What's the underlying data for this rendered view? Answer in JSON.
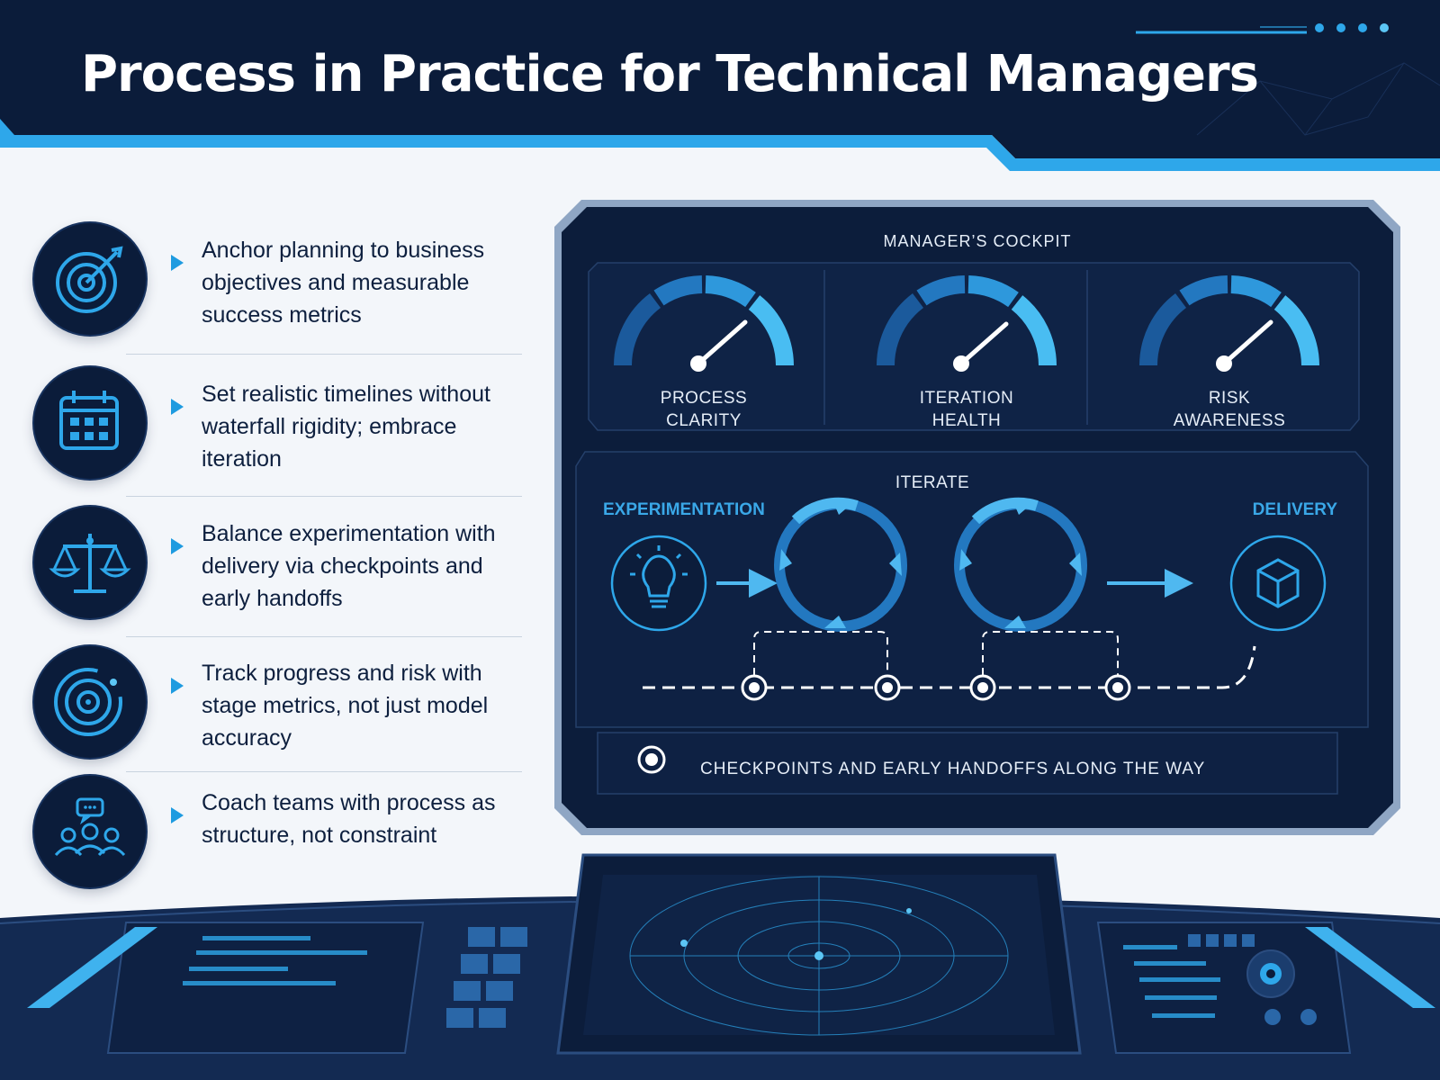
{
  "header": {
    "title": "Process in Practice for Technical Managers"
  },
  "practices": [
    {
      "icon": "target-icon",
      "text": "Anchor planning to business objectives and measurable success metrics"
    },
    {
      "icon": "calendar-icon",
      "text": "Set realistic timelines without waterfall rigidity; embrace iteration"
    },
    {
      "icon": "balance-scale-icon",
      "text": "Balance experimentation with delivery via checkpoints and early handoffs"
    },
    {
      "icon": "radar-icon",
      "text": "Track progress and risk with stage metrics, not just model accuracy"
    },
    {
      "icon": "team-chat-icon",
      "text": "Coach teams with process as structure, not constraint"
    }
  ],
  "cockpit": {
    "title": "MANAGER’S COCKPIT",
    "gauges": [
      {
        "line1": "PROCESS",
        "line2": "CLARITY"
      },
      {
        "line1": "ITERATION",
        "line2": "HEALTH"
      },
      {
        "line1": "RISK",
        "line2": "AWARENESS"
      }
    ],
    "flow": {
      "start": "EXPERIMENTATION",
      "middle": "ITERATE",
      "end": "DELIVERY",
      "start_icon": "lightbulb-icon",
      "end_icon": "package-box-icon"
    },
    "legend": "CHECKPOINTS AND EARLY HANDOFFS ALONG THE WAY"
  },
  "colors": {
    "navy": "#0b1c3a",
    "accent": "#2ea7ea",
    "accent_light": "#5cc6f5",
    "text_dark": "#0d1f3e",
    "text_light": "#e6eef8"
  }
}
